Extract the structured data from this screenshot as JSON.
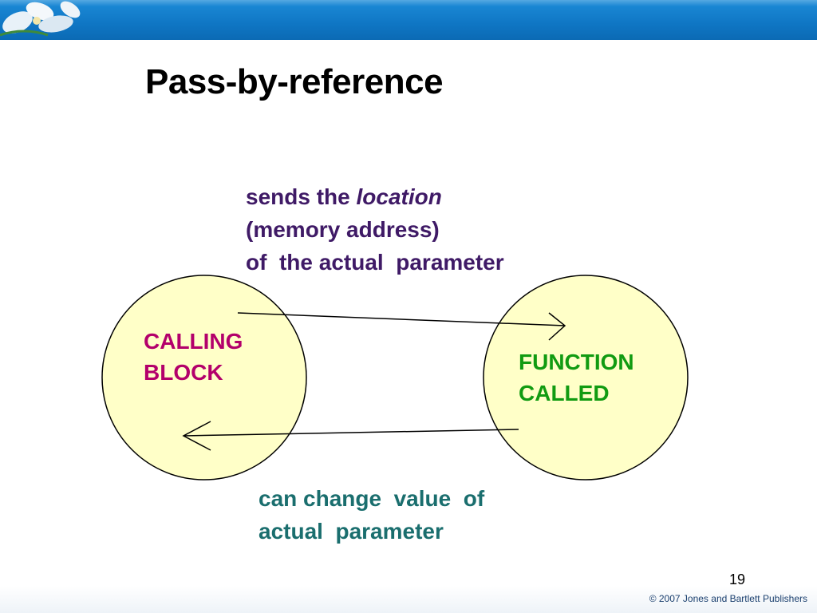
{
  "slide": {
    "title": "Pass-by-reference",
    "page_number": "19",
    "copyright": "© 2007 Jones and Bartlett Publishers"
  },
  "diagram": {
    "calling_block": {
      "line1": "CALLING",
      "line2": "BLOCK",
      "color": "#b3006b"
    },
    "function_called": {
      "line1": "FUNCTION",
      "line2": "CALLED",
      "color": "#119b11"
    },
    "send_note": {
      "line1_prefix": "sends the ",
      "line1_italic": "location",
      "line2": "(memory address)",
      "line3": "of  the actual  parameter",
      "color": "#3f1a66"
    },
    "change_note": {
      "line1": "can change  value  of",
      "line2": "actual  parameter",
      "color": "#1a6e6e"
    },
    "circle_fill": "#ffffc8"
  },
  "theme": {
    "banner_color": "#0f76c4"
  }
}
